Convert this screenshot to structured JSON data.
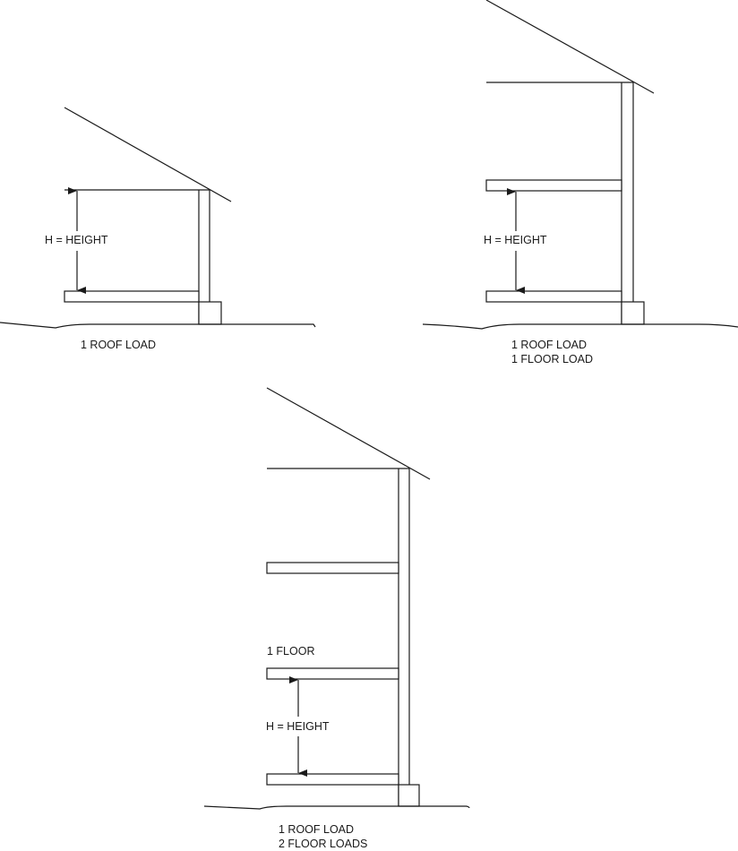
{
  "diagrams": [
    {
      "id": "one-story",
      "height_label": "H = HEIGHT",
      "caption_lines": [
        "1 ROOF LOAD"
      ]
    },
    {
      "id": "two-story",
      "height_label": "H = HEIGHT",
      "caption_lines": [
        "1 ROOF LOAD",
        "1 FLOOR LOAD"
      ]
    },
    {
      "id": "three-story",
      "height_label": "H = HEIGHT",
      "floor_label": "1 FLOOR",
      "caption_lines": [
        "1 ROOF LOAD",
        "2 FLOOR LOADS"
      ]
    }
  ],
  "colors": {
    "line": "#1a1a1a",
    "background": "#ffffff"
  }
}
